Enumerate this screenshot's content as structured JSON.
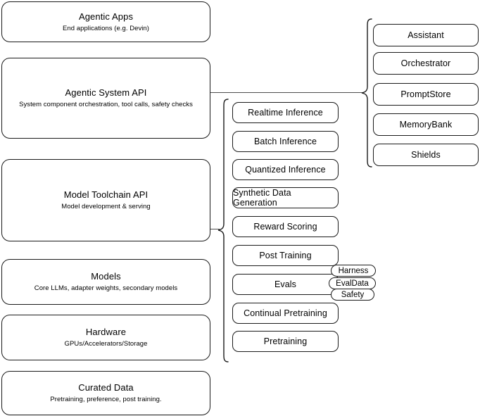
{
  "diagram": {
    "layers": [
      {
        "title": "Agentic Apps",
        "subtitle": "End applications (e.g. Devin)"
      },
      {
        "title": "Agentic System API",
        "subtitle": "System component orchestration, tool calls, safety checks"
      },
      {
        "title": "Model Toolchain API",
        "subtitle": "Model development & serving"
      },
      {
        "title": "Models",
        "subtitle": "Core LLMs, adapter weights, secondary models"
      },
      {
        "title": "Hardware",
        "subtitle": "GPUs/Accelerators/Storage"
      },
      {
        "title": "Curated Data",
        "subtitle": "Pretraining, preference, post training."
      }
    ],
    "agentic_components": [
      {
        "label": "Assistant"
      },
      {
        "label": "Orchestrator"
      },
      {
        "label": "PromptStore"
      },
      {
        "label": "MemoryBank"
      },
      {
        "label": "Shields"
      }
    ],
    "toolchain_components": [
      {
        "label": "Realtime Inference"
      },
      {
        "label": "Batch Inference"
      },
      {
        "label": "Quantized Inference"
      },
      {
        "label": "Synthetic Data Generation"
      },
      {
        "label": "Reward Scoring"
      },
      {
        "label": "Post Training"
      },
      {
        "label": "Evals"
      },
      {
        "label": "Continual Pretraining"
      },
      {
        "label": "Pretraining"
      }
    ],
    "eval_subcomponents": [
      {
        "label": "Harness"
      },
      {
        "label": "EvalData"
      },
      {
        "label": "Safety"
      }
    ],
    "colors": {
      "stroke": "#1a1a1a",
      "connector": "#4d4d4d",
      "background": "#ffffff",
      "text": "#000000"
    }
  }
}
